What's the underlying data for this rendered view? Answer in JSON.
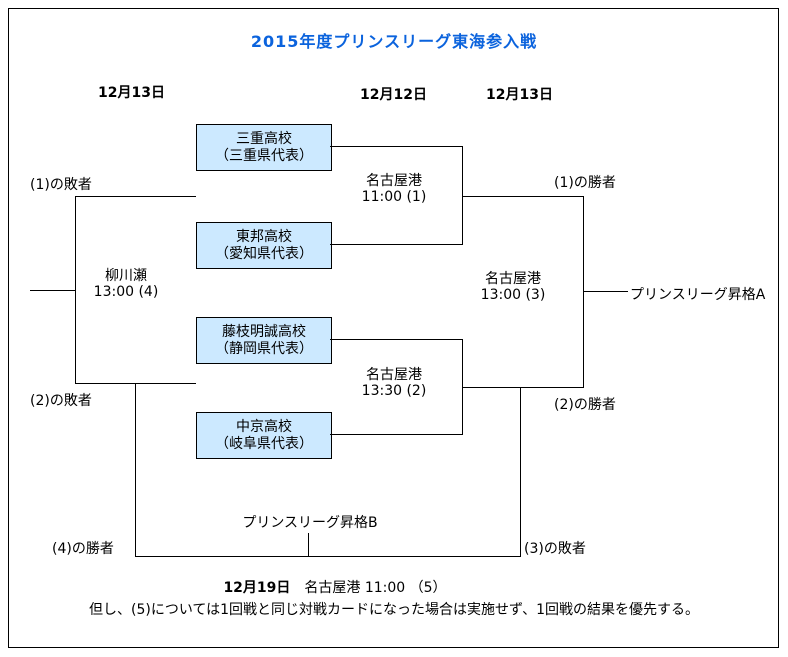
{
  "title": "2015年度プリンスリーグ東海参入戦",
  "date_headers": {
    "left": "12月13日",
    "middle": "12月12日",
    "right": "12月13日"
  },
  "teams": [
    {
      "name": "三重高校",
      "region": "（三重県代表）"
    },
    {
      "name": "東邦高校",
      "region": "（愛知県代表）"
    },
    {
      "name": "藤枝明誠高校",
      "region": "（静岡県代表）"
    },
    {
      "name": "中京高校",
      "region": "（岐阜県代表）"
    }
  ],
  "matches": {
    "m1": {
      "venue": "名古屋港",
      "time": "11:00 (1)"
    },
    "m2": {
      "venue": "名古屋港",
      "time": "13:30 (2)"
    },
    "m3": {
      "venue": "名古屋港",
      "time": "13:00 (3)"
    },
    "m4": {
      "venue": "柳川瀬",
      "time": "13:00 (4)"
    }
  },
  "labels": {
    "loser1": "(1)の敗者",
    "loser2": "(2)の敗者",
    "winner1": "(1)の勝者",
    "winner2": "(2)の勝者",
    "winner4": "(4)の勝者",
    "loser3": "(3)の敗者",
    "promotion_a": "プリンスリーグ昇格A",
    "promotion_b": "プリンスリーグ昇格B"
  },
  "footer": {
    "match5_date": "12月19日",
    "match5_info": "　名古屋港 11:00 （5）",
    "note": "但し、(5)については1回戦と同じ対戦カードになった場合は実施せず、1回戦の結果を優先する。"
  },
  "colors": {
    "title_blue": "#0b63dd",
    "box_fill": "#cce9ff",
    "line": "#000000"
  }
}
